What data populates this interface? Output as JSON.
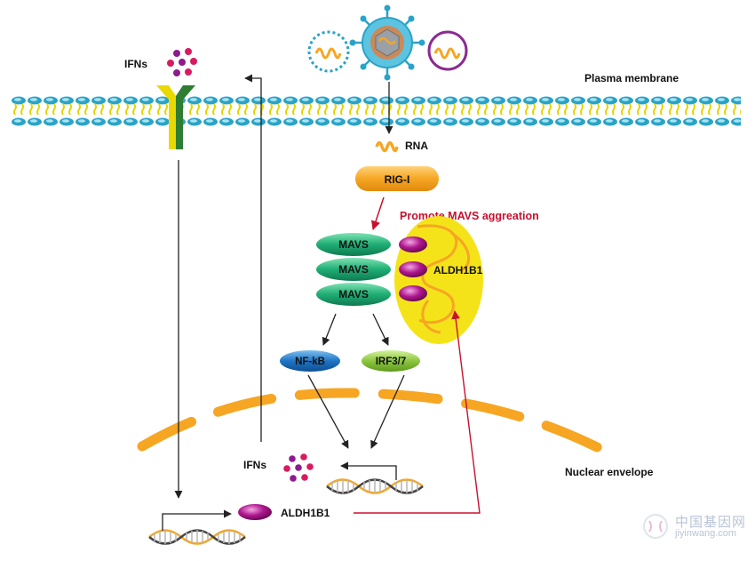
{
  "labels": {
    "plasma_membrane": "Plasma membrane",
    "ifns_top": "IFNs",
    "rna": "RNA",
    "rig_i": "RIG-I",
    "promote": "Promote MAVS aggreation",
    "mavs": [
      "MAVS",
      "MAVS",
      "MAVS"
    ],
    "aldh1b1_mito": "ALDH1B1",
    "nfkb": "NF-kB",
    "irf": "IRF3/7",
    "nuclear_envelope": "Nuclear envelope",
    "ifns_nucleus": "IFNs",
    "aldh1b1_nucleus": "ALDH1B1"
  },
  "watermark": {
    "cn": "中国基因网",
    "en": "jiyinwang.com"
  },
  "colors": {
    "orange": "#f6a623",
    "mavs_green": "#1fae74",
    "nfkb_blue": "#1f74c4",
    "irf_green": "#8cc63f",
    "mito_yellow": "#f5e31a",
    "aldh_purple": "#b0178f",
    "red": "#c8102e",
    "membrane_blue": "#2aa3c8"
  }
}
